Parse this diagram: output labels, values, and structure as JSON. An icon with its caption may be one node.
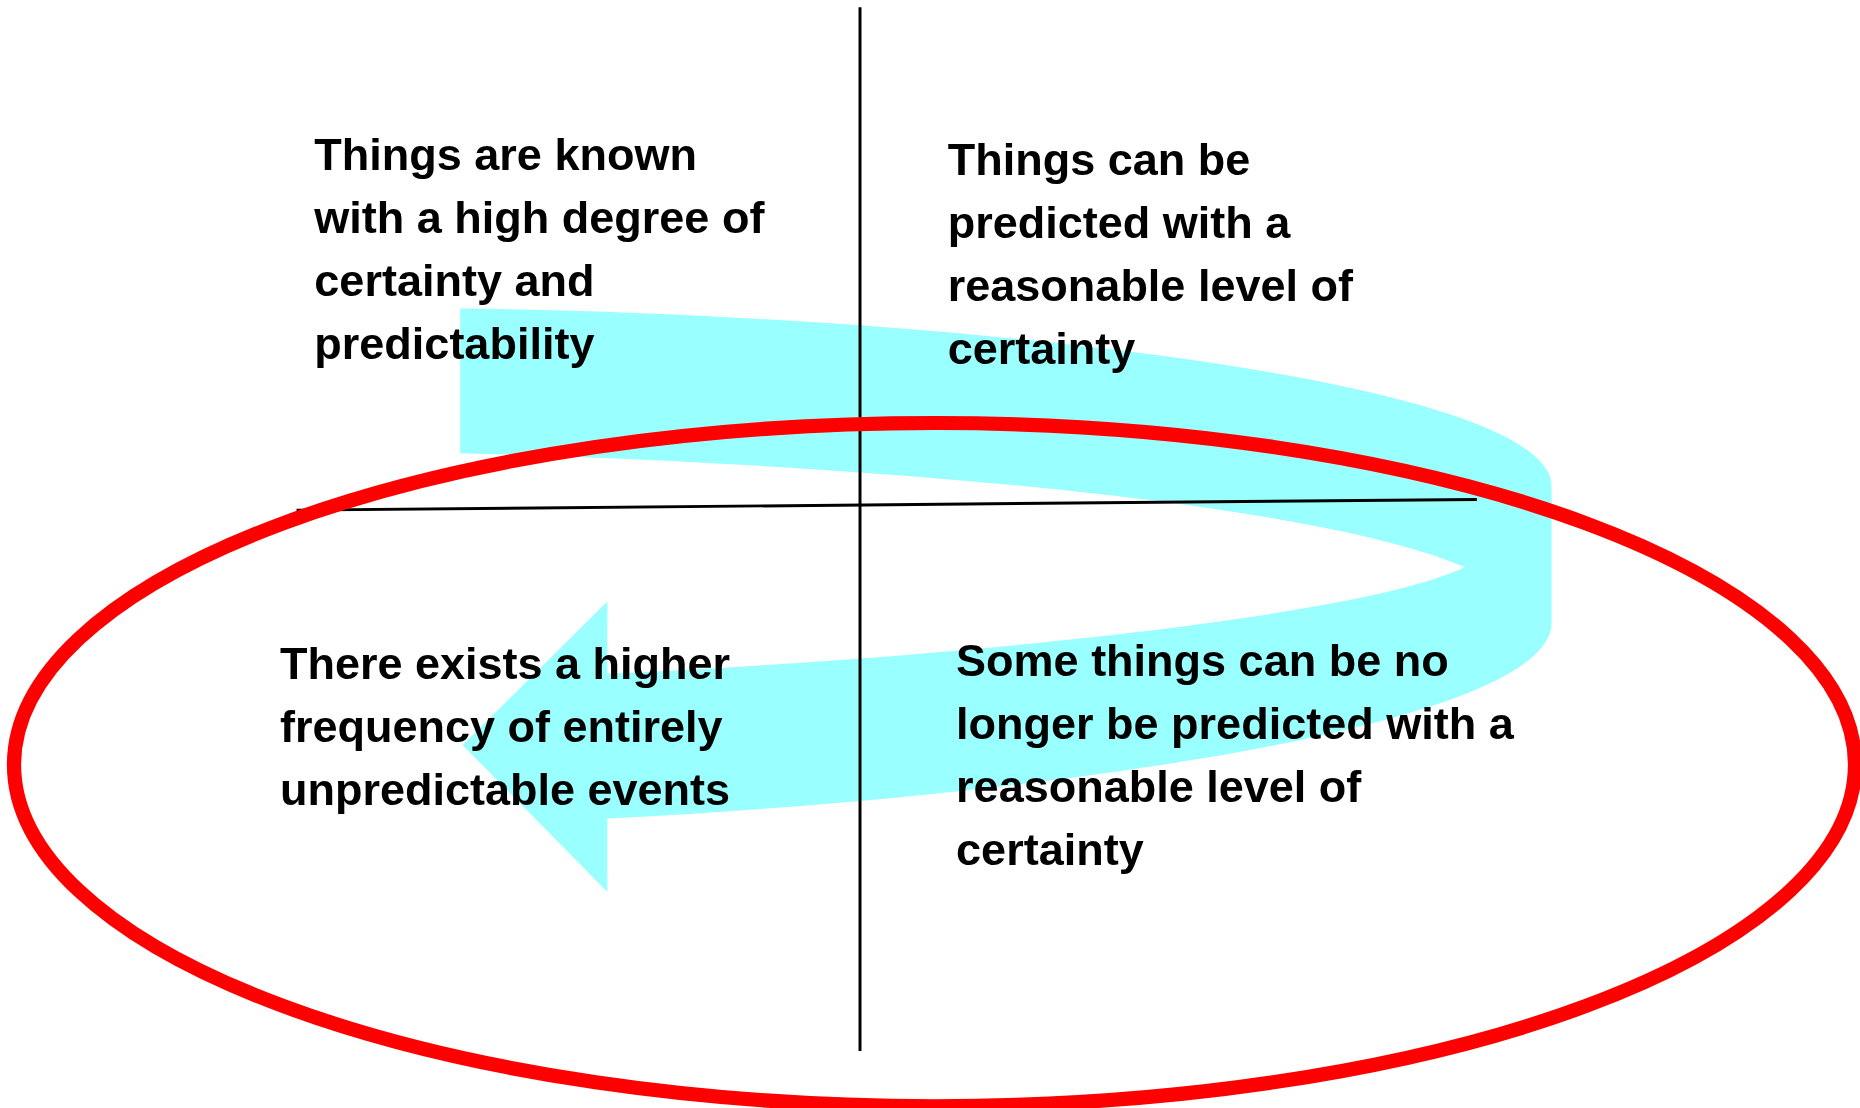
{
  "diagram": {
    "nodes": [
      {
        "text": [
          "Things are known with a high degree of certainty and predictability"
        ]
      },
      {
        "text": [
          "Things can be predicted with a reasonable level of certainty"
        ]
      },
      {
        "text": [],
        "shape": "ellipse"
      },
      {
        "text": [
          "There exists a higher frequency of entirely unpredictable events"
        ],
        "in": 2
      },
      {
        "text": [
          "Some things can be no longer be predicted with a reasonable level of certainty"
        ],
        "in": 2
      }
    ],
    "edges": [
      {
        "from": 0,
        "to": 3,
        "arrow": "to",
        "style": "thick",
        "color": "#99ffff"
      }
    ]
  }
}
